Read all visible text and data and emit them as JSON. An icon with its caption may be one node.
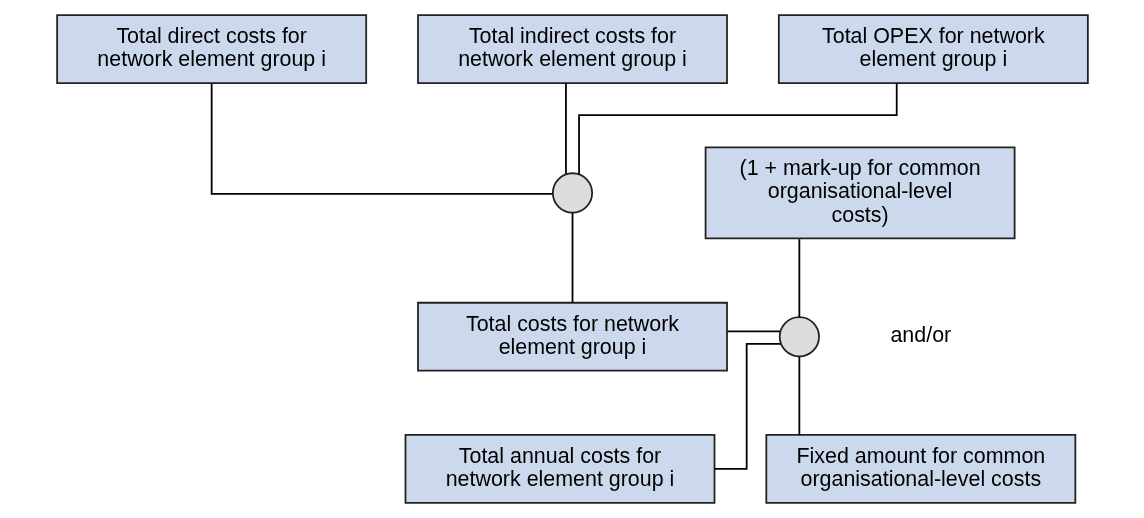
{
  "diagram": {
    "nodes": [
      {
        "text": [
          "Total direct costs for network element group i"
        ]
      },
      {
        "text": [
          "Total indirect costs for network element group i"
        ]
      },
      {
        "text": [
          "Total OPEX for network element group i"
        ]
      },
      {
        "text": [],
        "shape": "circle"
      },
      {
        "text": [
          "Total costs for network element group i"
        ]
      },
      {
        "text": [],
        "shape": "circle"
      },
      {
        "text": [
          "(1 + mark-up for common organisational-level costs)"
        ]
      },
      {
        "text": [
          "Fixed amount for common organisational-level costs"
        ]
      },
      {
        "text": [
          "Total annual costs for network element group i"
        ]
      }
    ],
    "edges": [
      {
        "from": 0,
        "to": 3,
        "arrow": "none"
      },
      {
        "from": 1,
        "to": 3,
        "arrow": "none"
      },
      {
        "from": 2,
        "to": 3,
        "arrow": "none"
      },
      {
        "from": 3,
        "to": 4,
        "arrow": "none"
      },
      {
        "from": 4,
        "to": 5,
        "arrow": "none"
      },
      {
        "from": 6,
        "to": 5,
        "arrow": "none"
      },
      {
        "from": 7,
        "to": 5,
        "arrow": "none"
      },
      {
        "from": 5,
        "to": 8,
        "arrow": "none"
      }
    ],
    "labels": [
      "and/or"
    ]
  }
}
